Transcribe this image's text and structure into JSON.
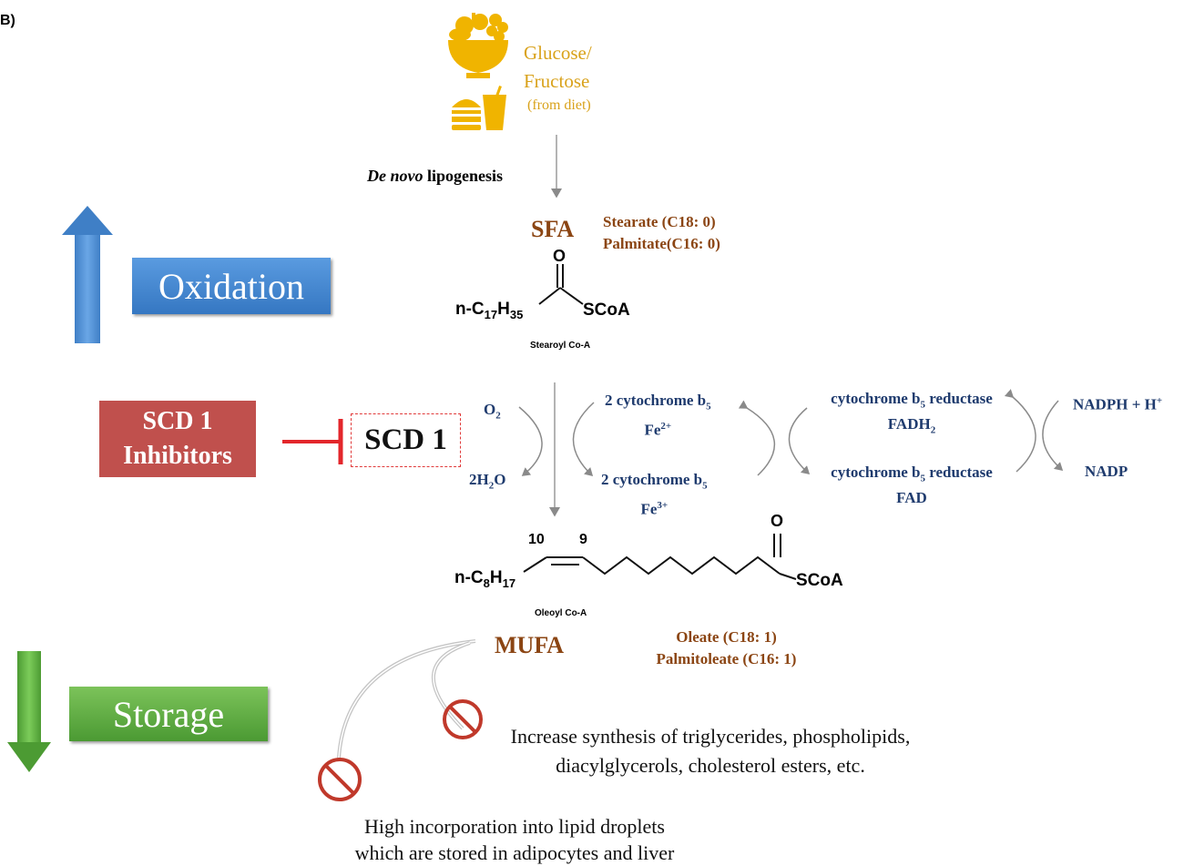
{
  "panel_label": "B)",
  "diet": {
    "line1": "Glucose/",
    "line2": "Fructose",
    "line3": "(from diet)",
    "icon": "food-basket-icon",
    "color": "#f0b400"
  },
  "dnl": {
    "italic": "De novo",
    "rest": " lipogenesis"
  },
  "sfa": {
    "label": "SFA",
    "examples": [
      "Stearate (C18: 0)",
      "Palmitate(C16: 0)"
    ]
  },
  "stearoyl": {
    "left": "n-C",
    "left_sub1": "17",
    "left_h": "H",
    "left_sub2": "35",
    "right": "SCoA",
    "oxygen": "O",
    "name": "Stearoyl Co-A"
  },
  "oxidation": {
    "label": "Oxidation",
    "color": "#4f8fd6"
  },
  "storage": {
    "label": "Storage",
    "color": "#5aa53a"
  },
  "inhibitors": {
    "line1": "SCD 1",
    "line2": "Inhibitors",
    "color": "#c0504d"
  },
  "scd1": {
    "label": "SCD 1"
  },
  "reaction": {
    "o2": "O",
    "o2_sub": "2",
    "h2o_pre": "2H",
    "h2o_sub": "2",
    "h2o_post": "O",
    "cyt_fe2": "2 cytochrome b",
    "cyt_fe2_sub": "5",
    "fe2": "Fe",
    "fe2_sup": "2+",
    "cyt_fe3": "2 cytochrome b",
    "cyt_fe3_sub": "5",
    "fe3": "Fe",
    "fe3_sup": "3+",
    "red_top": "cytochrome b",
    "red_top_sub": "5",
    "red_top_post": " reductase",
    "fadh2": "FADH",
    "fadh2_sub": "2",
    "red_bot": "cytochrome b",
    "red_bot_sub": "5",
    "red_bot_post": " reductase",
    "fad": "FAD",
    "nadph": "NADPH + H",
    "nadph_sup": "+",
    "nadp": "NADP"
  },
  "oleoyl": {
    "left": "n-C",
    "left_sub1": "8",
    "left_h": "H",
    "left_sub2": "17",
    "right": "SCoA",
    "oxygen": "O",
    "c10": "10",
    "c9": "9",
    "name": "Oleoyl Co-A"
  },
  "mufa": {
    "label": "MUFA",
    "examples": [
      "Oleate (C18: 1)",
      "Palmitoleate (C16: 1)"
    ]
  },
  "outcome1": {
    "line1": "Increase synthesis of triglycerides, phospholipids,",
    "line2": "diacylglycerols, cholesterol esters, etc."
  },
  "outcome2": {
    "line1": "High incorporation into lipid droplets",
    "line2": "which are stored in adipocytes and liver"
  }
}
